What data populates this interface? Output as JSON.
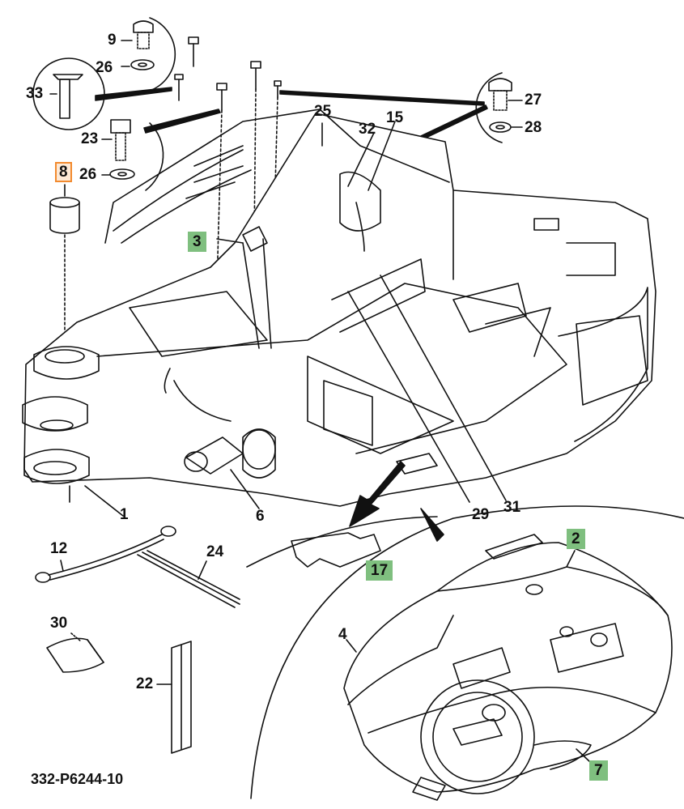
{
  "figure": {
    "drawing_code": "332-P6244-10",
    "highlight_colors": {
      "green": "#7fbf7f",
      "orange": "#f28a2e"
    },
    "callouts": [
      {
        "id": "9",
        "text": "9",
        "style": "plain"
      },
      {
        "id": "26a",
        "text": "26",
        "style": "plain"
      },
      {
        "id": "33",
        "text": "33",
        "style": "plain"
      },
      {
        "id": "23",
        "text": "23",
        "style": "plain"
      },
      {
        "id": "26b",
        "text": "26",
        "style": "plain"
      },
      {
        "id": "8",
        "text": "8",
        "style": "orange"
      },
      {
        "id": "3",
        "text": "3",
        "style": "green"
      },
      {
        "id": "25",
        "text": "25",
        "style": "plain"
      },
      {
        "id": "32",
        "text": "32",
        "style": "plain"
      },
      {
        "id": "15",
        "text": "15",
        "style": "plain"
      },
      {
        "id": "27",
        "text": "27",
        "style": "plain"
      },
      {
        "id": "28",
        "text": "28",
        "style": "plain"
      },
      {
        "id": "1",
        "text": "1",
        "style": "plain"
      },
      {
        "id": "6",
        "text": "6",
        "style": "plain"
      },
      {
        "id": "29",
        "text": "29",
        "style": "plain"
      },
      {
        "id": "31",
        "text": "31",
        "style": "plain"
      },
      {
        "id": "12",
        "text": "12",
        "style": "plain"
      },
      {
        "id": "24",
        "text": "24",
        "style": "plain"
      },
      {
        "id": "17",
        "text": "17",
        "style": "green"
      },
      {
        "id": "2",
        "text": "2",
        "style": "green"
      },
      {
        "id": "4",
        "text": "4",
        "style": "plain"
      },
      {
        "id": "30",
        "text": "30",
        "style": "plain"
      },
      {
        "id": "22",
        "text": "22",
        "style": "plain"
      },
      {
        "id": "7",
        "text": "7",
        "style": "green"
      }
    ]
  }
}
